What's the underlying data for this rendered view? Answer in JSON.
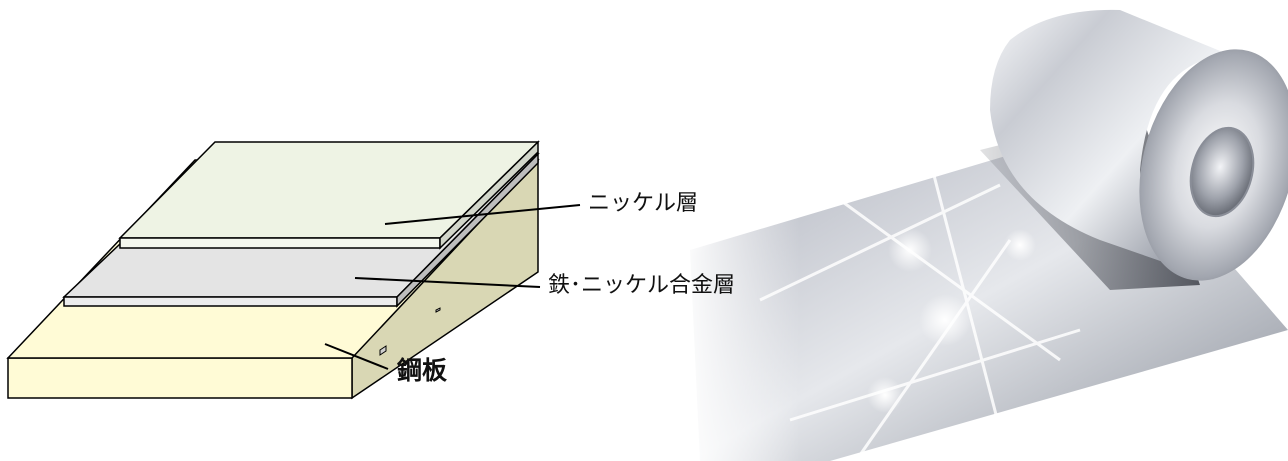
{
  "diagram": {
    "labels": {
      "nickel_layer": "ニッケル層",
      "iron_nickel_alloy_layer": "鉄･ニッケル合金層",
      "steel_sheet": "鋼板"
    },
    "colors": {
      "nickel_layer": "#eef3e4",
      "alloy_layer": "#e4e4e4",
      "steel_sheet": "#fffbd6",
      "steel_side": "#d9d7b4",
      "outline": "#000000"
    }
  },
  "illustration": {
    "subject": "steel-coil-with-sparkles",
    "colors": {
      "metal_light": "#f4f5f8",
      "metal_mid": "#c6c9d0",
      "metal_dark": "#8a8e98",
      "shadow": "#5d6068"
    }
  }
}
